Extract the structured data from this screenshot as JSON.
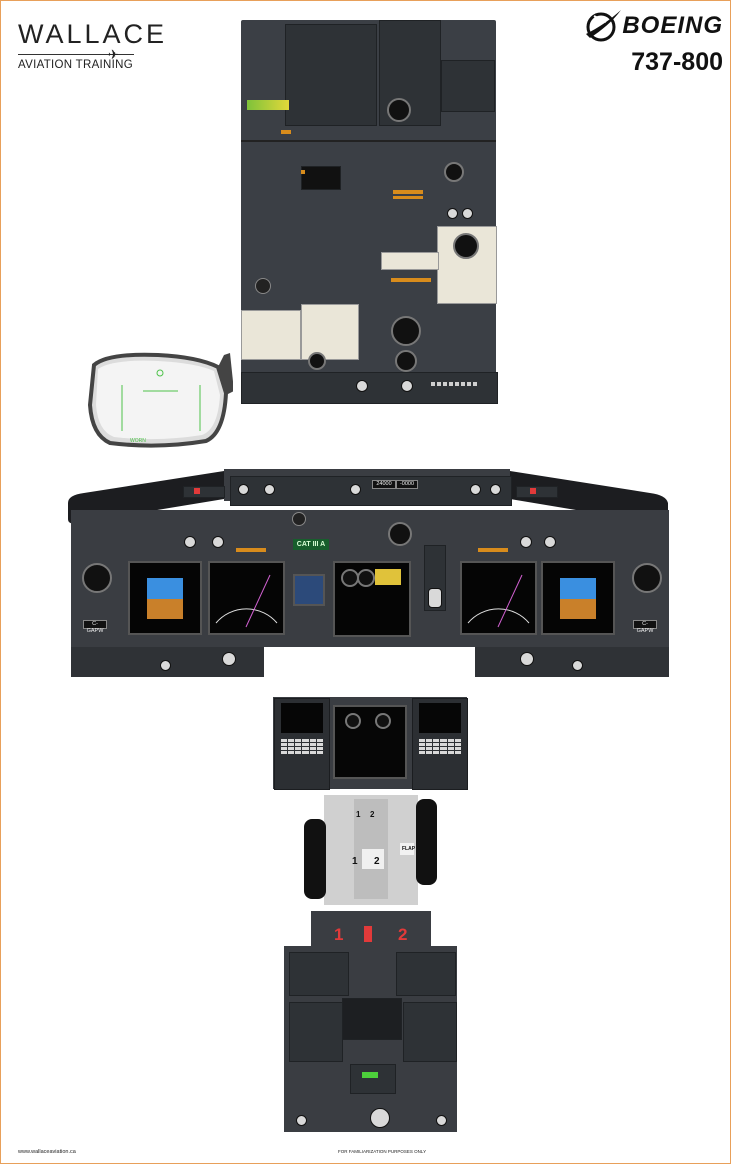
{
  "brand": {
    "name": "WALLACE",
    "subtitle": "AVIATION TRAINING",
    "maker": "BOEING",
    "model": "737-800"
  },
  "instrument_panel": {
    "ils_mode": "CAT III A",
    "left_callsign": "C-GAPW",
    "right_callsign": "C-GAPW",
    "mcp_altitude": "24000",
    "mcp_vs": "-0000",
    "hud_text": "WORN"
  },
  "throttle": {
    "lever_left": "1",
    "lever_right": "2",
    "flap_label": "FLAP"
  },
  "fire_panel": {
    "engine_left": "1",
    "engine_right": "2"
  },
  "footer": {
    "website": "www.wallaceaviation.ca",
    "disclaimer": "FOR FAMILIARIZATION PURPOSES ONLY"
  },
  "colors": {
    "panel_grey": "#3b3f45",
    "annunciator_amber": "#d88c1c",
    "annunciator_green": "#4dcf3b",
    "fire_red": "#e23a3a",
    "pfd_sky": "#3a8fe0",
    "pfd_ground": "#c9802a"
  }
}
